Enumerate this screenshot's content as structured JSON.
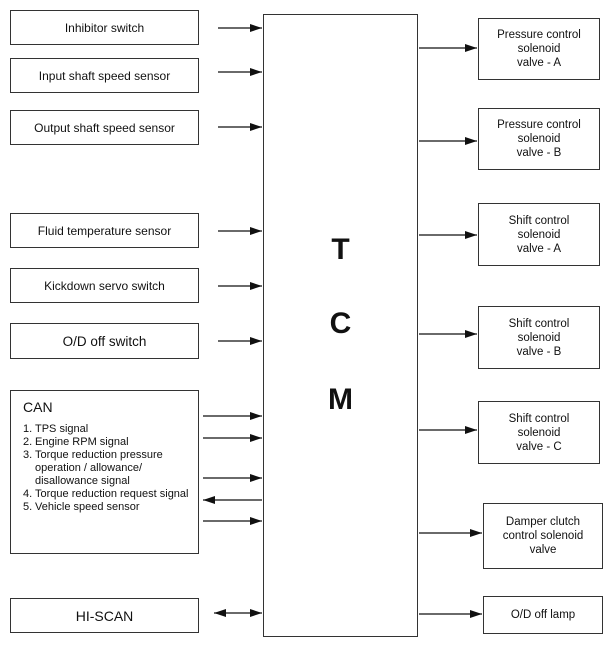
{
  "inputs": [
    {
      "label": "Inhibitor switch"
    },
    {
      "label": "Input shaft speed sensor"
    },
    {
      "label": "Output shaft speed sensor"
    },
    {
      "label": "Fluid temperature sensor"
    },
    {
      "label": "Kickdown servo switch"
    },
    {
      "label": "O/D off switch"
    }
  ],
  "can": {
    "title": "CAN",
    "items": [
      {
        "num": "1.",
        "text": "TPS signal"
      },
      {
        "num": "2.",
        "text": "Engine RPM signal"
      },
      {
        "num": "3.",
        "text": "Torque reduction pressure operation / allowance/ disallowance signal"
      },
      {
        "num": "4.",
        "text": "Torque reduction request signal"
      },
      {
        "num": "5.",
        "text": "Vehicle speed sensor"
      }
    ]
  },
  "hiscan": {
    "label": "HI-SCAN"
  },
  "tcm": {
    "letters": [
      "T",
      "C",
      "M"
    ]
  },
  "outputs": [
    {
      "label": "Pressure control\nsolenoid\nvalve - A"
    },
    {
      "label": "Pressure control\nsolenoid\nvalve - B"
    },
    {
      "label": "Shift control\nsolenoid\nvalve - A"
    },
    {
      "label": "Shift control\nsolenoid\nvalve - B"
    },
    {
      "label": "Shift control\nsolenoid\nvalve - C"
    },
    {
      "label": "Damper clutch\ncontrol solenoid\nvalve"
    },
    {
      "label": "O/D off lamp"
    }
  ]
}
